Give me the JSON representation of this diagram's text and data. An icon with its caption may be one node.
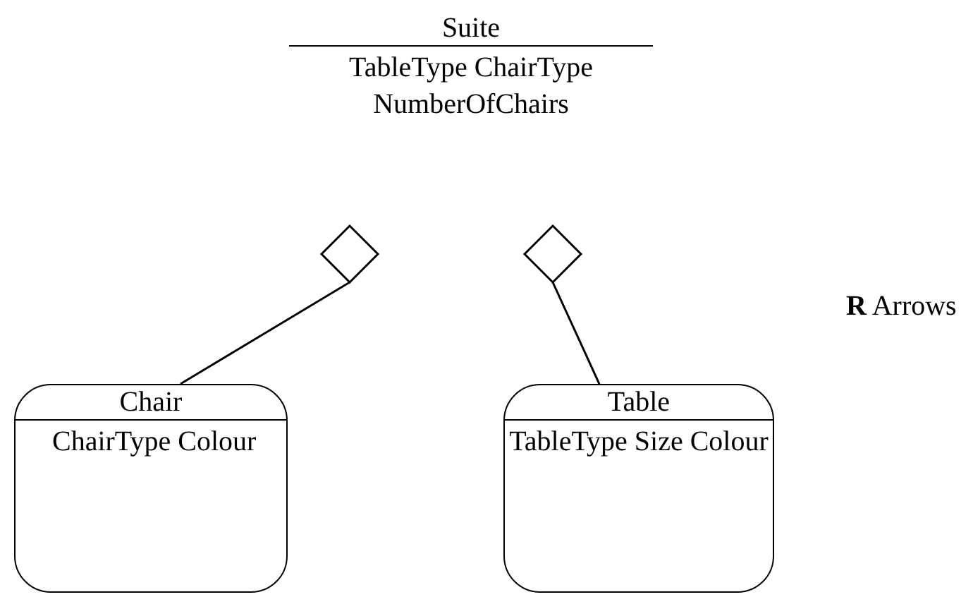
{
  "diagram": {
    "nodes": [
      {
        "text": [
          "Suite",
          "TableType ChairType NumberOfChairs"
        ]
      },
      {
        "text": [
          "Chair",
          "ChairType Colour"
        ]
      },
      {
        "text": [
          "Table",
          "TableType Size Colour"
        ]
      }
    ],
    "edges": [
      {
        "from": 1,
        "to": 0,
        "arrow": "other"
      },
      {
        "from": 2,
        "to": 0,
        "arrow": "other"
      }
    ],
    "labels": [
      "**R** Arrows"
    ]
  }
}
